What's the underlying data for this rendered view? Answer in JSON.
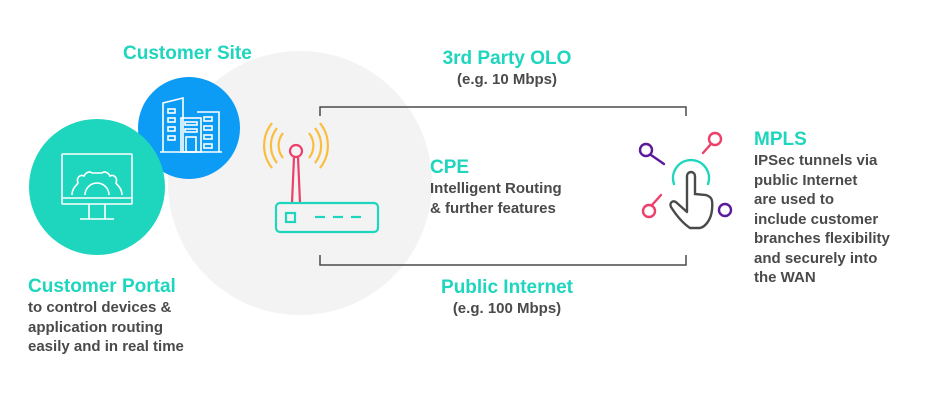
{
  "customer_site": {
    "title": "Customer Site"
  },
  "customer_portal": {
    "title": "Customer Portal",
    "lines": [
      "to control devices &",
      "application routing",
      "easily and in real time"
    ]
  },
  "olo": {
    "title": "3rd Party OLO",
    "subtitle": "(e.g. 10 Mbps)"
  },
  "cpe": {
    "title": "CPE",
    "lines": [
      "Intelligent Routing",
      "& further features"
    ]
  },
  "public_internet": {
    "title": "Public Internet",
    "subtitle": "(e.g. 100 Mbps)"
  },
  "mpls": {
    "title": "MPLS",
    "lines": [
      "IPSec tunnels via",
      "public Internet",
      "are used to",
      "include customer",
      "branches flexibility",
      "and securely into",
      "the WAN"
    ]
  },
  "colors": {
    "teal": "#1ed6bd",
    "blue": "#0c9bf5",
    "gray_bg": "#f3f3f3",
    "text": "#4a4a4a",
    "pink": "#ee3f6a",
    "purple": "#5a1a9a",
    "orange": "#fbbd3c"
  }
}
